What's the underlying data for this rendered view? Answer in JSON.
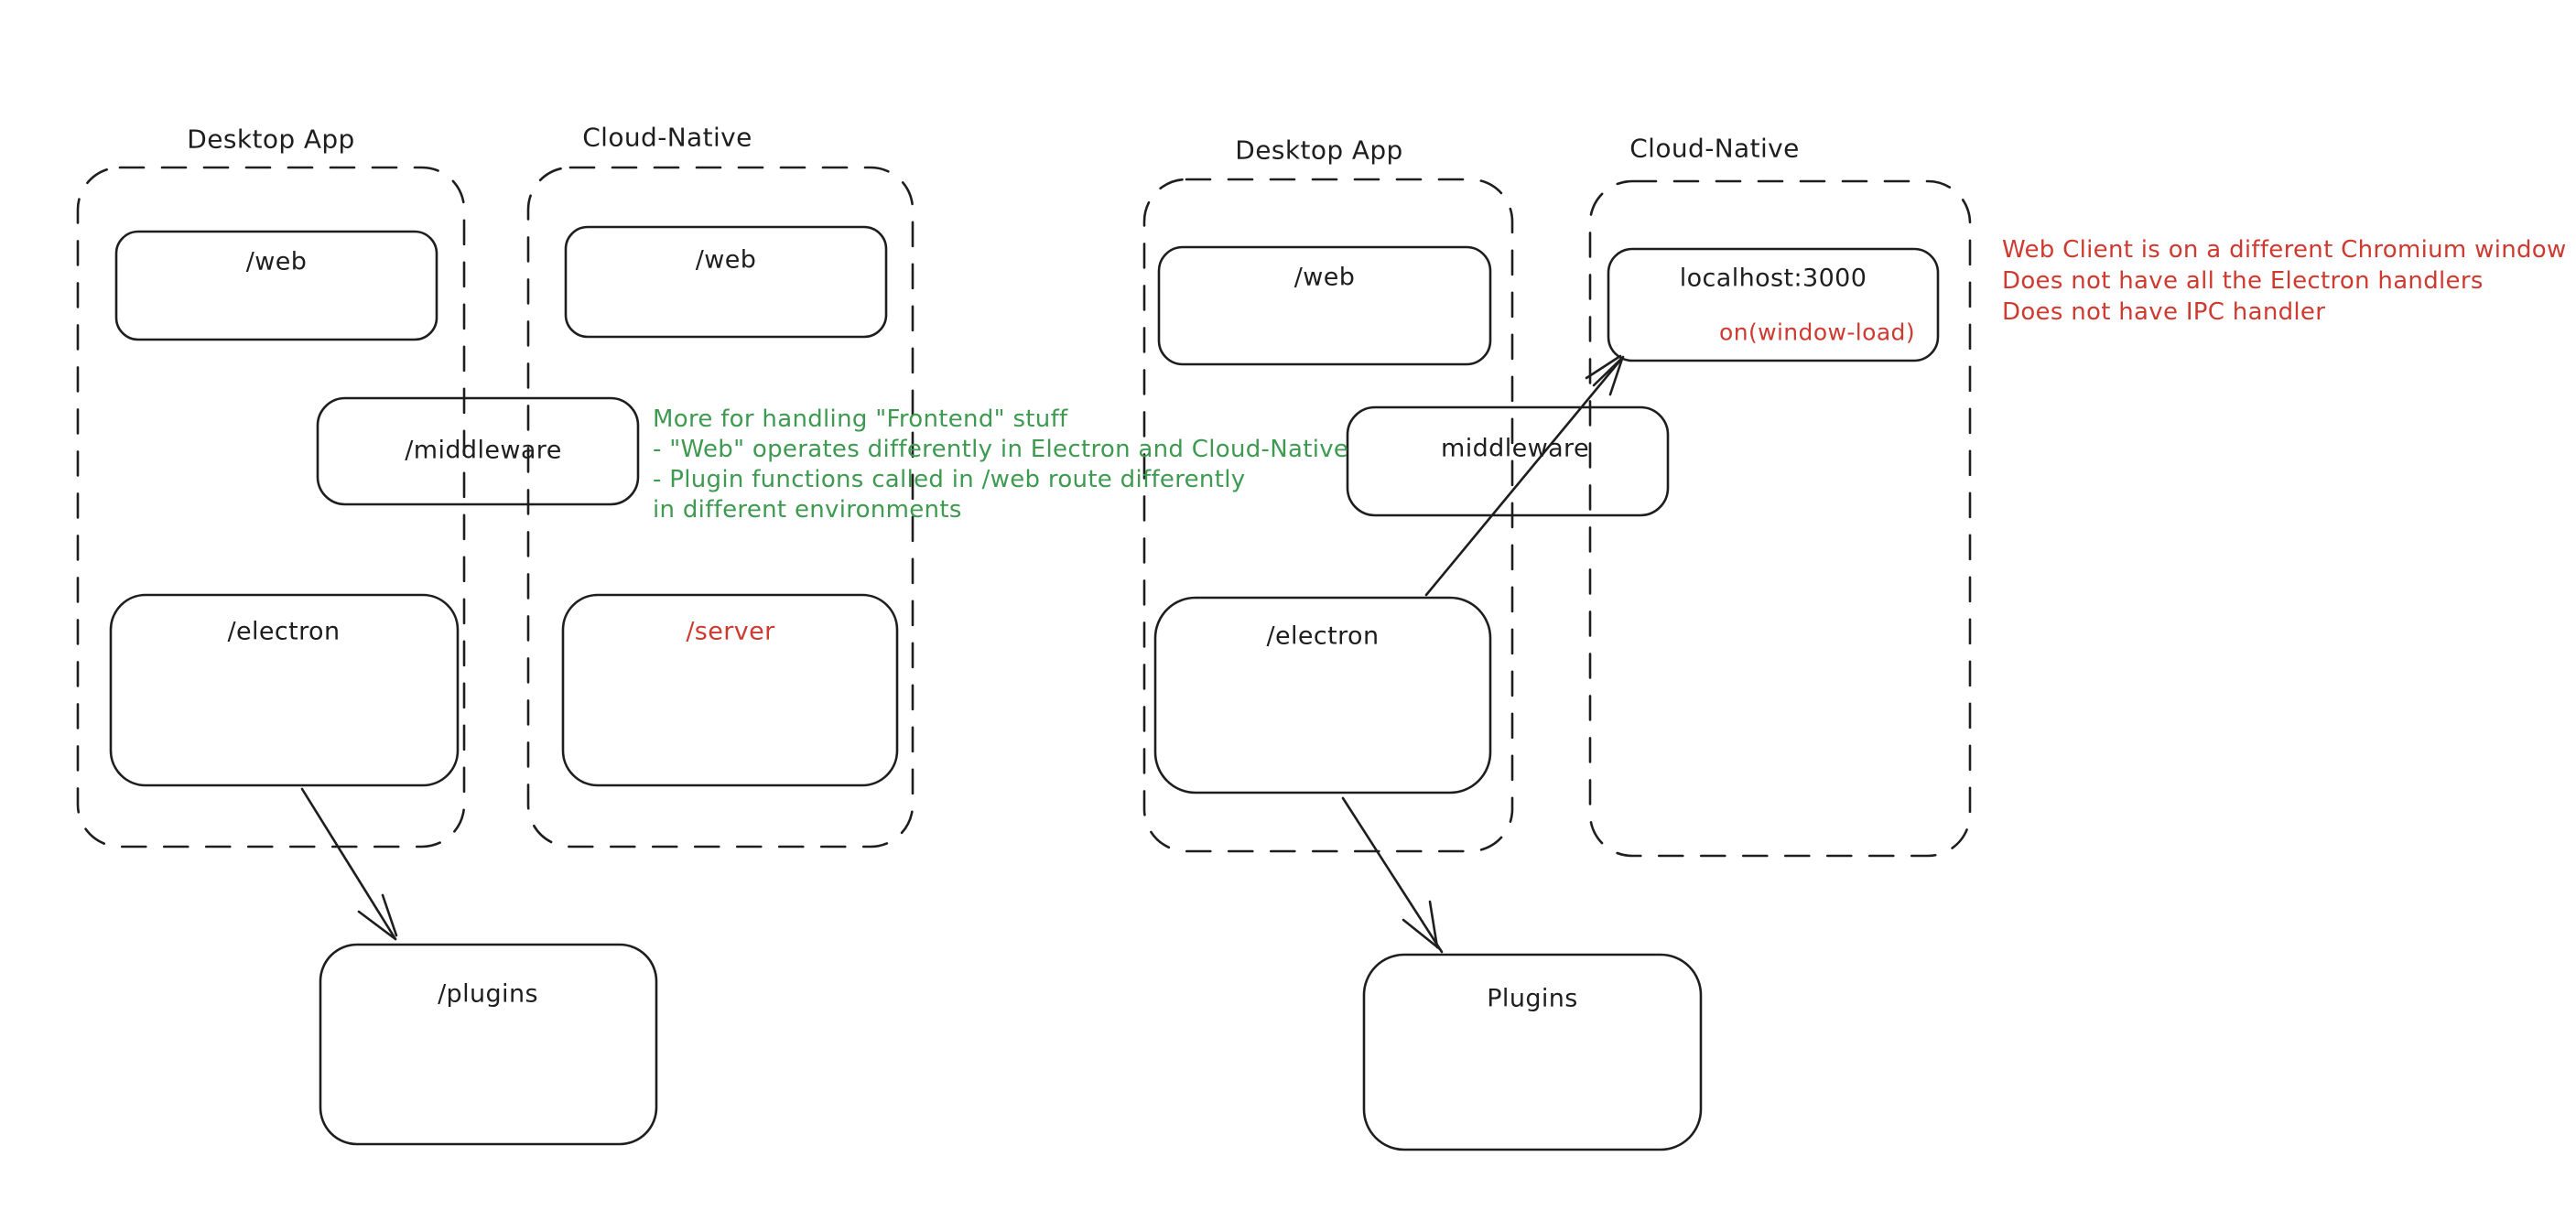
{
  "colors": {
    "ink": "#1e1e1e",
    "green": "#3d9a50",
    "red": "#cf3a30",
    "background": "#ffffff"
  },
  "left": {
    "desktop": {
      "label": "Desktop App"
    },
    "cloud": {
      "label": "Cloud-Native"
    },
    "web1": "/web",
    "web2": "/web",
    "middleware": "/middleware",
    "electron": "/electron",
    "server": "/server",
    "plugins": "/plugins",
    "green_note": [
      "More for handling \"Frontend\" stuff",
      "- \"Web\" operates differently in Electron and Cloud-Native",
      "- Plugin functions called in /web route differently",
      "in different environments"
    ]
  },
  "right": {
    "desktop": {
      "label": "Desktop App"
    },
    "cloud": {
      "label": "Cloud-Native"
    },
    "web": "/web",
    "localhost": "localhost:3000",
    "on_window_load": "on(window-load)",
    "middleware": "middleware",
    "electron": "/electron",
    "plugins": "Plugins",
    "red_note": [
      "Web Client is on a different Chromium window",
      "Does not have all the Electron handlers",
      "Does not have IPC handler"
    ]
  }
}
